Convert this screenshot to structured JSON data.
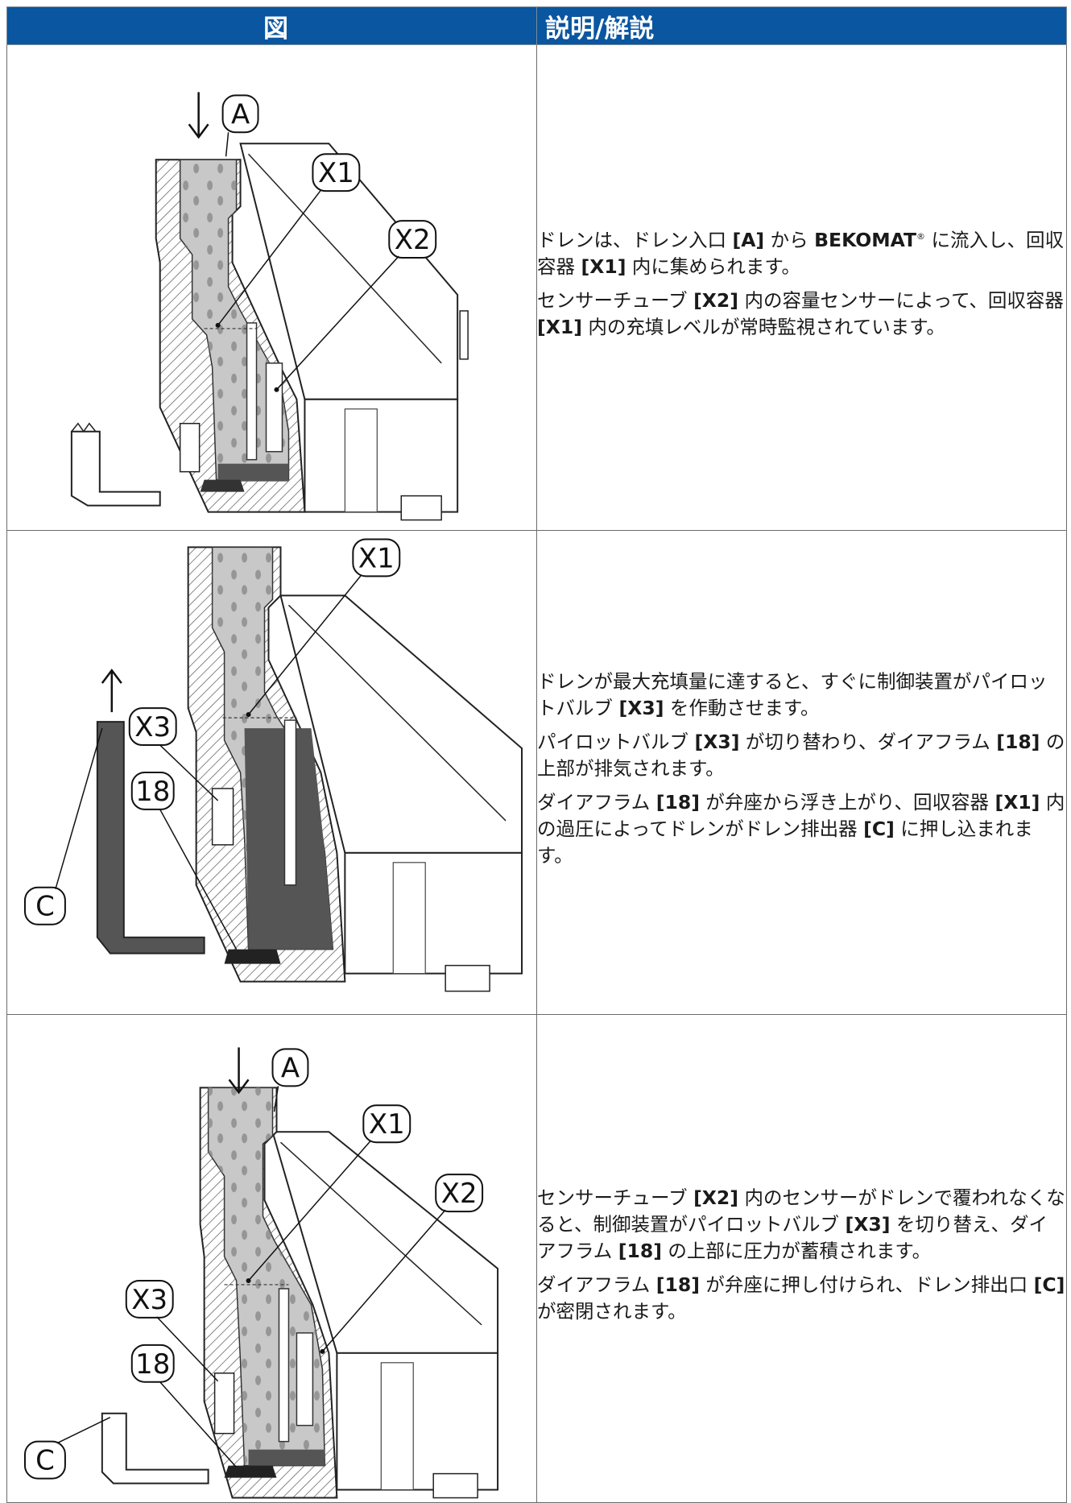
{
  "table": {
    "header_figure": "図",
    "header_description": "説明/解説"
  },
  "rows": [
    {
      "labels": {
        "a": "A",
        "x1": "X1",
        "x2": "X2"
      },
      "paragraphs": [
        {
          "p1": "ドレンは、ドレン入口 ",
          "b1": "[A]",
          "p2": " から ",
          "b2": "BEKOMAT",
          "sup": "®",
          "p3": " に流入し、回収容器 ",
          "b3": "[X1]",
          "p4": " 内に集められます。"
        },
        {
          "p1": "センサーチューブ ",
          "b1": "[X2]",
          "p2": " 内の容量センサーによって、回収容器 ",
          "b2": "[X1]",
          "p3": " 内の充填レベルが常時監視されています。"
        }
      ]
    },
    {
      "labels": {
        "x1": "X1",
        "x3": "X3",
        "n18": "18",
        "c": "C"
      },
      "paragraphs": [
        {
          "p1": "ドレンが最大充填量に達すると、すぐに制御装置がパイロットバルブ ",
          "b1": "[X3]",
          "p2": " を作動させます。"
        },
        {
          "p1": "パイロットバルブ ",
          "b1": "[X3]",
          "p2": " が切り替わり、ダイアフラム ",
          "b2": "[18]",
          "p3": " の上部が排気されます。"
        },
        {
          "p1": "ダイアフラム ",
          "b1": "[18]",
          "p2": " が弁座から浮き上がり、回収容器 ",
          "b2": "[X1]",
          "p3": " 内の過圧によってドレンがドレン排出器 ",
          "b3": "[C]",
          "p4": " に押し込まれます。"
        }
      ]
    },
    {
      "labels": {
        "a": "A",
        "x1": "X1",
        "x2": "X2",
        "x3": "X3",
        "n18": "18",
        "c": "C"
      },
      "paragraphs": [
        {
          "p1": "センサーチューブ ",
          "b1": "[X2]",
          "p2": " 内のセンサーがドレンで覆われなくなると、制御装置がパイロットバルブ ",
          "b2": "[X3]",
          "p3": " を切り替え、ダイアフラム ",
          "b3": "[18]",
          "p4": " の上部に圧力が蓄積されます。"
        },
        {
          "p1": "ダイアフラム ",
          "b1": "[18]",
          "p2": " が弁座に押し付けられ、ドレン排出口 ",
          "b2": "[C]",
          "p3": " が密閉されます。"
        }
      ]
    }
  ]
}
